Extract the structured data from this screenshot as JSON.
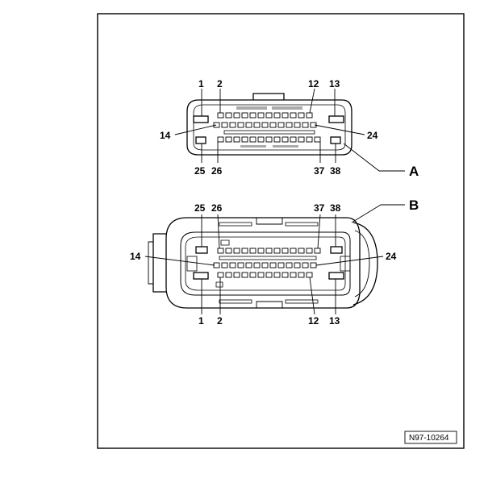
{
  "connector_a": {
    "callout": "A",
    "labels": {
      "p1": "1",
      "p2": "2",
      "p12": "12",
      "p13": "13",
      "p14": "14",
      "p24": "24",
      "p25": "25",
      "p26": "26",
      "p37": "37",
      "p38": "38"
    }
  },
  "connector_b": {
    "callout": "B",
    "labels": {
      "p25": "25",
      "p26": "26",
      "p37": "37",
      "p38": "38",
      "p14": "14",
      "p24": "24",
      "p1": "1",
      "p2": "2",
      "p12": "12",
      "p13": "13"
    }
  },
  "figure_code": "N97-10264"
}
